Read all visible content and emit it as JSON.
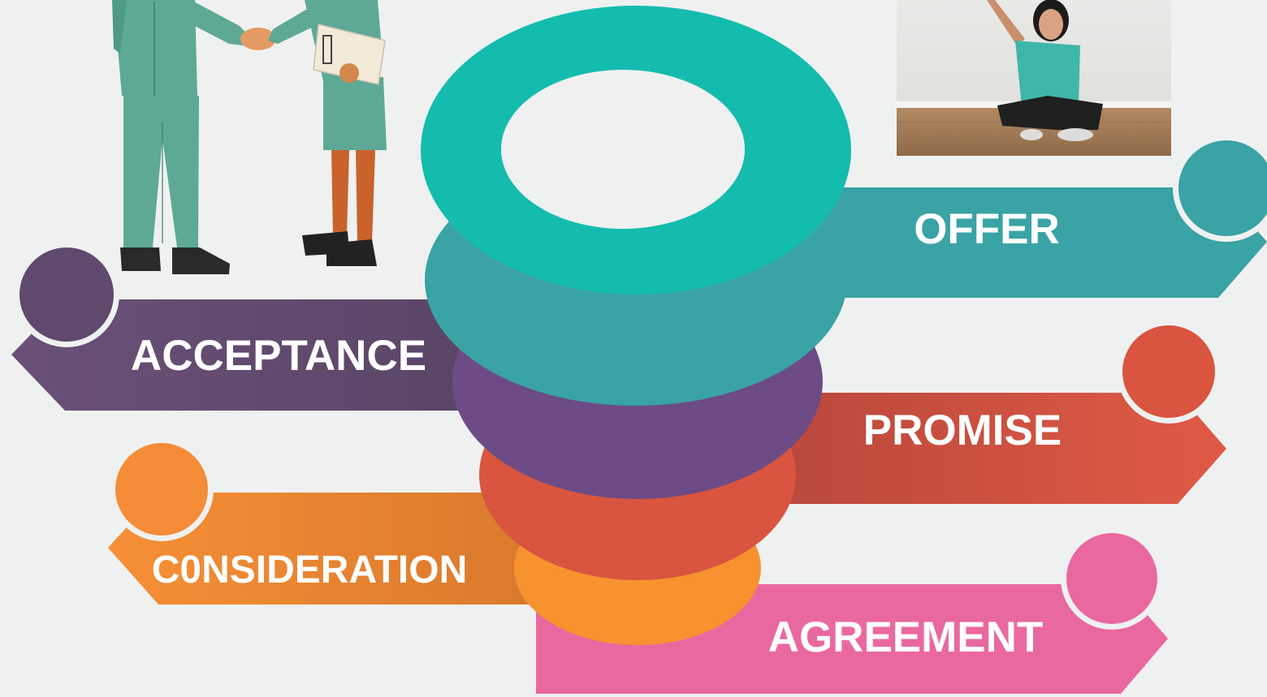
{
  "colors": {
    "background": "#eff1f1",
    "offer": "#3aa3a5",
    "offer_top": "#14bcae",
    "acceptance": "#5f4a6d",
    "acceptance_ring": "#6d4b86",
    "promise": "#d9553f",
    "consideration": "#f58c37",
    "consideration_ring": "#f7922f",
    "agreement": "#ea68a0"
  },
  "stages": {
    "offer": {
      "label": "OFFER",
      "icon": "teal-circle-icon"
    },
    "acceptance": {
      "label": "ACCEPTANCE",
      "icon": "purple-circle-icon"
    },
    "promise": {
      "label": "PROMISE",
      "icon": "red-circle-icon"
    },
    "consideration": {
      "label": "C0NSIDERATION",
      "icon": "orange-circle-icon"
    },
    "agreement": {
      "label": "AGREEMENT",
      "icon": "pink-circle-icon"
    }
  },
  "illustrations": {
    "handshake": "handshake-illustration",
    "photo": "woman-sitting-photo"
  }
}
